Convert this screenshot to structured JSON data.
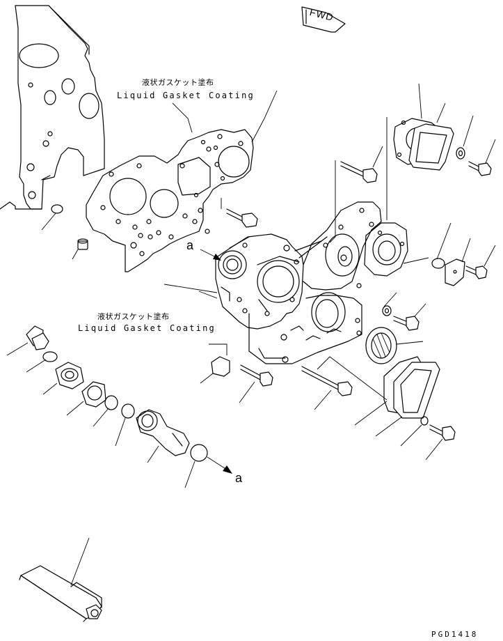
{
  "diagram": {
    "fwd_label": "FWD",
    "note_top": {
      "jp": "液状ガスケット塗布",
      "en": "Liquid Gasket Coating"
    },
    "note_mid": {
      "jp": "液状ガスケット塗布",
      "en": "Liquid Gasket Coating"
    },
    "ref_a_1": "a",
    "ref_a_2": "a",
    "drawing_code": "PGD1418"
  }
}
